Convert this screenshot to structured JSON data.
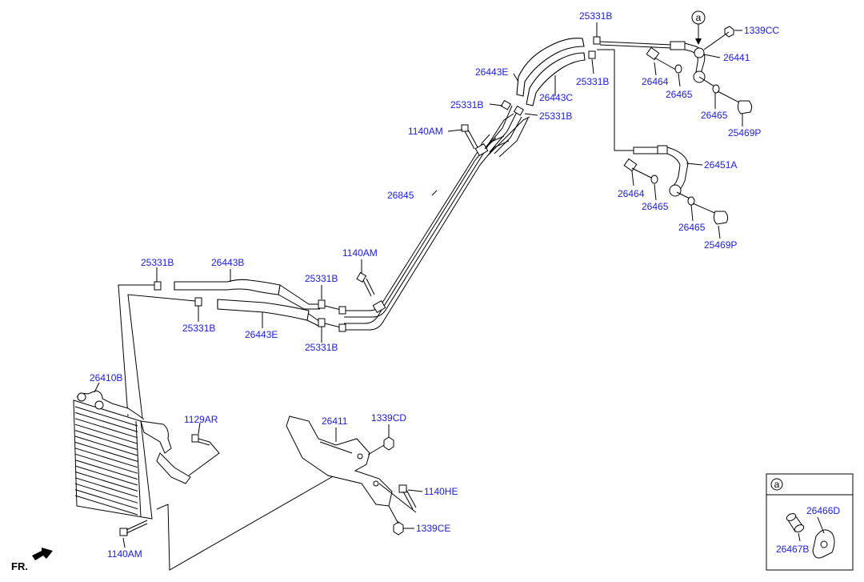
{
  "labels": {
    "l_25331B_top": "25331B",
    "l_1339CC": "1339CC",
    "l_26441": "26441",
    "l_26443E_top": "26443E",
    "l_25331B_r1": "25331B",
    "l_26464_a": "26464",
    "l_26465_a": "26465",
    "l_26443C": "26443C",
    "l_25331B_l2": "25331B",
    "l_25331B_r2": "25331B",
    "l_26465_b": "26465",
    "l_25469P_a": "25469P",
    "l_1140AM_a": "1140AM",
    "l_26451A": "26451A",
    "l_26464_b": "26464",
    "l_26845": "26845",
    "l_26465_c": "26465",
    "l_26465_d": "26465",
    "l_25469P_b": "25469P",
    "l_1140AM_b": "1140AM",
    "l_25331B_a": "25331B",
    "l_26443B": "26443B",
    "l_25331B_m1": "25331B",
    "l_25331B_b": "25331B",
    "l_26443E_bot": "26443E",
    "l_25331B_m2": "25331B",
    "l_26410B": "26410B",
    "l_1129AR": "1129AR",
    "l_26411": "26411",
    "l_1339CD": "1339CD",
    "l_1140HE": "1140HE",
    "l_1339CE": "1339CE",
    "l_1140AM_c": "1140AM",
    "l_26466D": "26466D",
    "l_26467B": "26467B",
    "fr": "FR.",
    "callout_main": "a",
    "callout_box": "a"
  }
}
